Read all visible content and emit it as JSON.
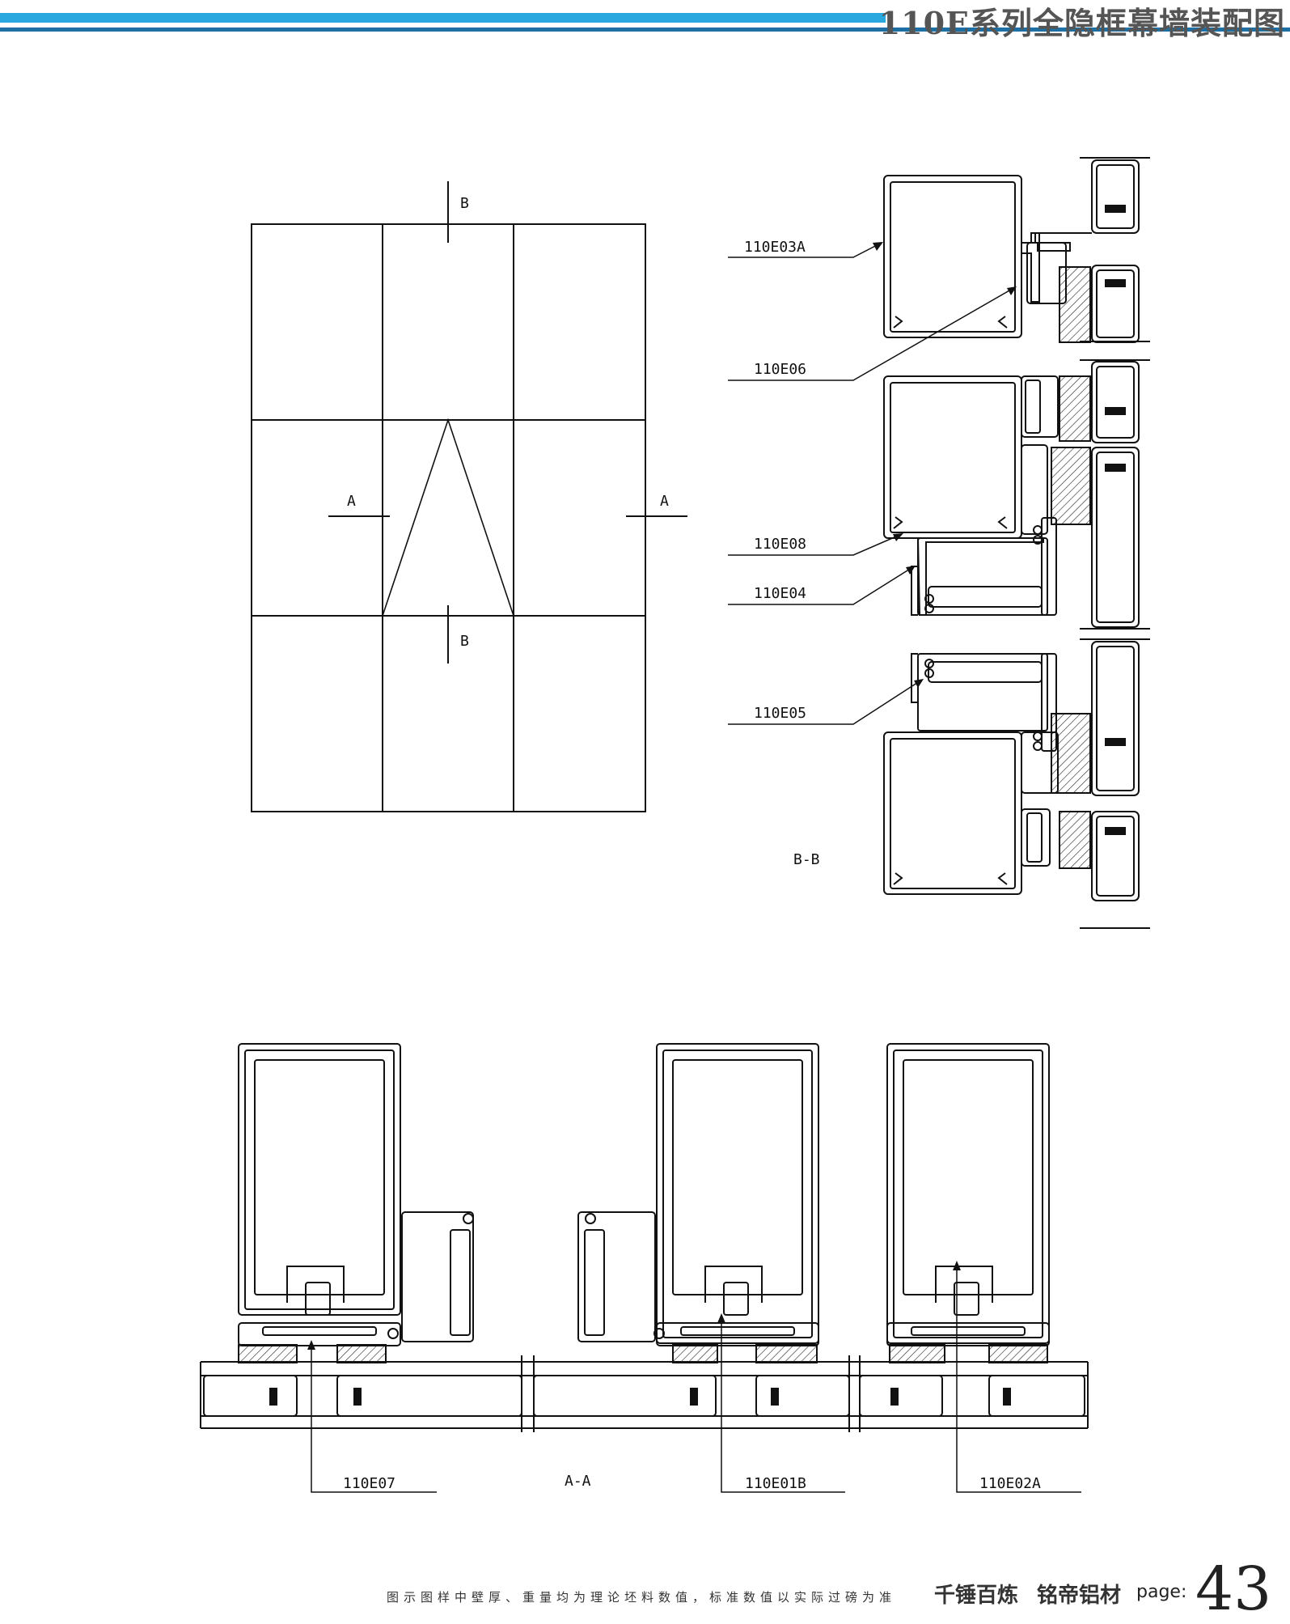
{
  "header": {
    "title": "110E系列全隐框幕墙装配图"
  },
  "elevation": {
    "section_marks": {
      "b_top": "B",
      "b_bottom": "B",
      "a_left": "A",
      "a_right": "A"
    }
  },
  "section_bb": {
    "label": "B-B",
    "callouts": [
      "110E03A",
      "110E06",
      "110E08",
      "110E04",
      "110E05"
    ]
  },
  "section_aa": {
    "label": "A-A",
    "callouts": [
      "110E07",
      "110E01B",
      "110E02A"
    ]
  },
  "footer": {
    "disclaimer": "图示图样中壁厚、重量均为理论坯料数值，标准数值以实际过磅为准",
    "brand_left": "千锤百炼",
    "brand_right": "铭帝铝材",
    "page_label": "page:",
    "page_number": "43"
  }
}
